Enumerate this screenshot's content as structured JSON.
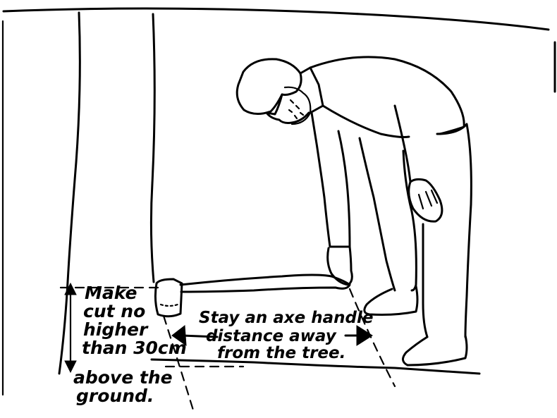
{
  "illustration": {
    "caption_left": {
      "lines": [
        "Make",
        "cut no",
        "higher",
        "than 30cm",
        "above the",
        "ground."
      ]
    },
    "caption_right": {
      "lines": [
        "Stay an axe handle",
        "distance away",
        "from the tree."
      ]
    },
    "ink_color": "#000000",
    "paper_color": "#ffffff"
  }
}
